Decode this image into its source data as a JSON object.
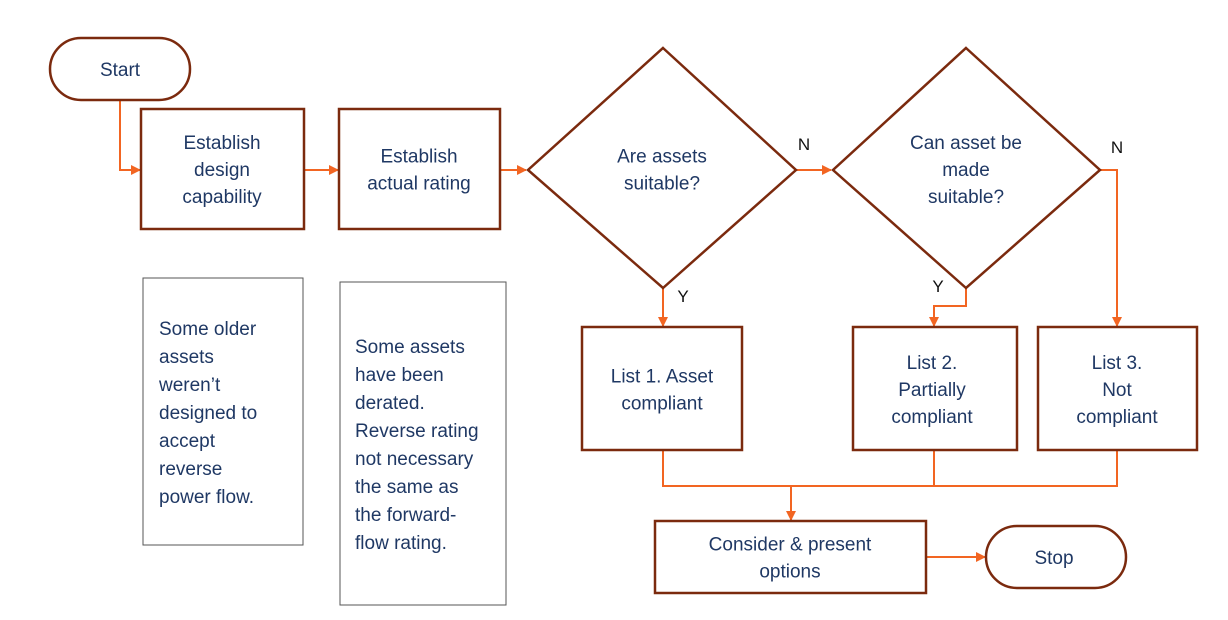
{
  "colors": {
    "shape_stroke": "#7b2a0e",
    "connector": "#f26522",
    "text": "#1f3864",
    "note_border": "#555555"
  },
  "nodes": {
    "start": {
      "lines": [
        "Start"
      ]
    },
    "design": {
      "lines": [
        "Establish",
        "design",
        "capability"
      ]
    },
    "actual": {
      "lines": [
        "Establish",
        "actual rating"
      ]
    },
    "suitable": {
      "lines": [
        "Are assets",
        "suitable?"
      ]
    },
    "made_suitable": {
      "lines": [
        "Can asset be",
        "made",
        "suitable?"
      ]
    },
    "list1": {
      "lines": [
        "List 1. Asset",
        "compliant"
      ]
    },
    "list2": {
      "lines": [
        "List 2.",
        "Partially",
        "compliant"
      ]
    },
    "list3": {
      "lines": [
        "List 3.",
        "Not",
        "compliant"
      ]
    },
    "consider": {
      "lines": [
        "Consider & present",
        "options"
      ]
    },
    "stop": {
      "lines": [
        "Stop"
      ]
    }
  },
  "notes": {
    "older_assets": {
      "lines": [
        "Some older",
        "assets",
        "weren’t",
        "designed to",
        "accept",
        "reverse",
        "power flow."
      ]
    },
    "derated": {
      "lines": [
        "Some assets",
        "have been",
        "derated.",
        "Reverse rating",
        "not necessary",
        "the same as",
        "the forward-",
        "flow rating."
      ]
    }
  },
  "edge_labels": {
    "suitable_no": "N",
    "suitable_yes": "Y",
    "made_suitable_yes": "Y",
    "made_suitable_no": "N"
  }
}
